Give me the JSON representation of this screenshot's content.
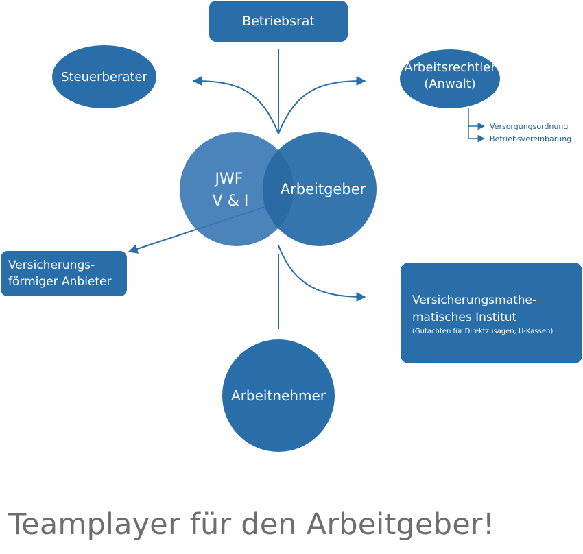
{
  "colors": {
    "node": "#2a6ea9",
    "node_light": "#3777b2",
    "line": "#2a6ea9",
    "title": "#6e6e6e"
  },
  "nodes": {
    "betriebsrat": "Betriebsrat",
    "steuerberater": "Steuerberater",
    "arbeitsrechtler_line1": "Arbeitsrechtler",
    "arbeitsrechtler_line2": "(Anwalt)",
    "jwf_line1": "JWF",
    "jwf_line2": "V & I",
    "arbeitgeber": "Arbeitgeber",
    "versicherungs_line1": "Versicherungs-",
    "versicherungs_line2": "förmiger Anbieter",
    "institut_line1": "Versicherungsmathe-",
    "institut_line2": "matisches Institut",
    "institut_note": "(Gutachten für Direktzusagen, U-Kassen)",
    "arbeitnehmer": "Arbeitnehmer"
  },
  "sub_items": [
    "Versorgungsordnung",
    "Betriebsvereinbarung"
  ],
  "title": "Teamplayer für den Arbeitgeber!"
}
